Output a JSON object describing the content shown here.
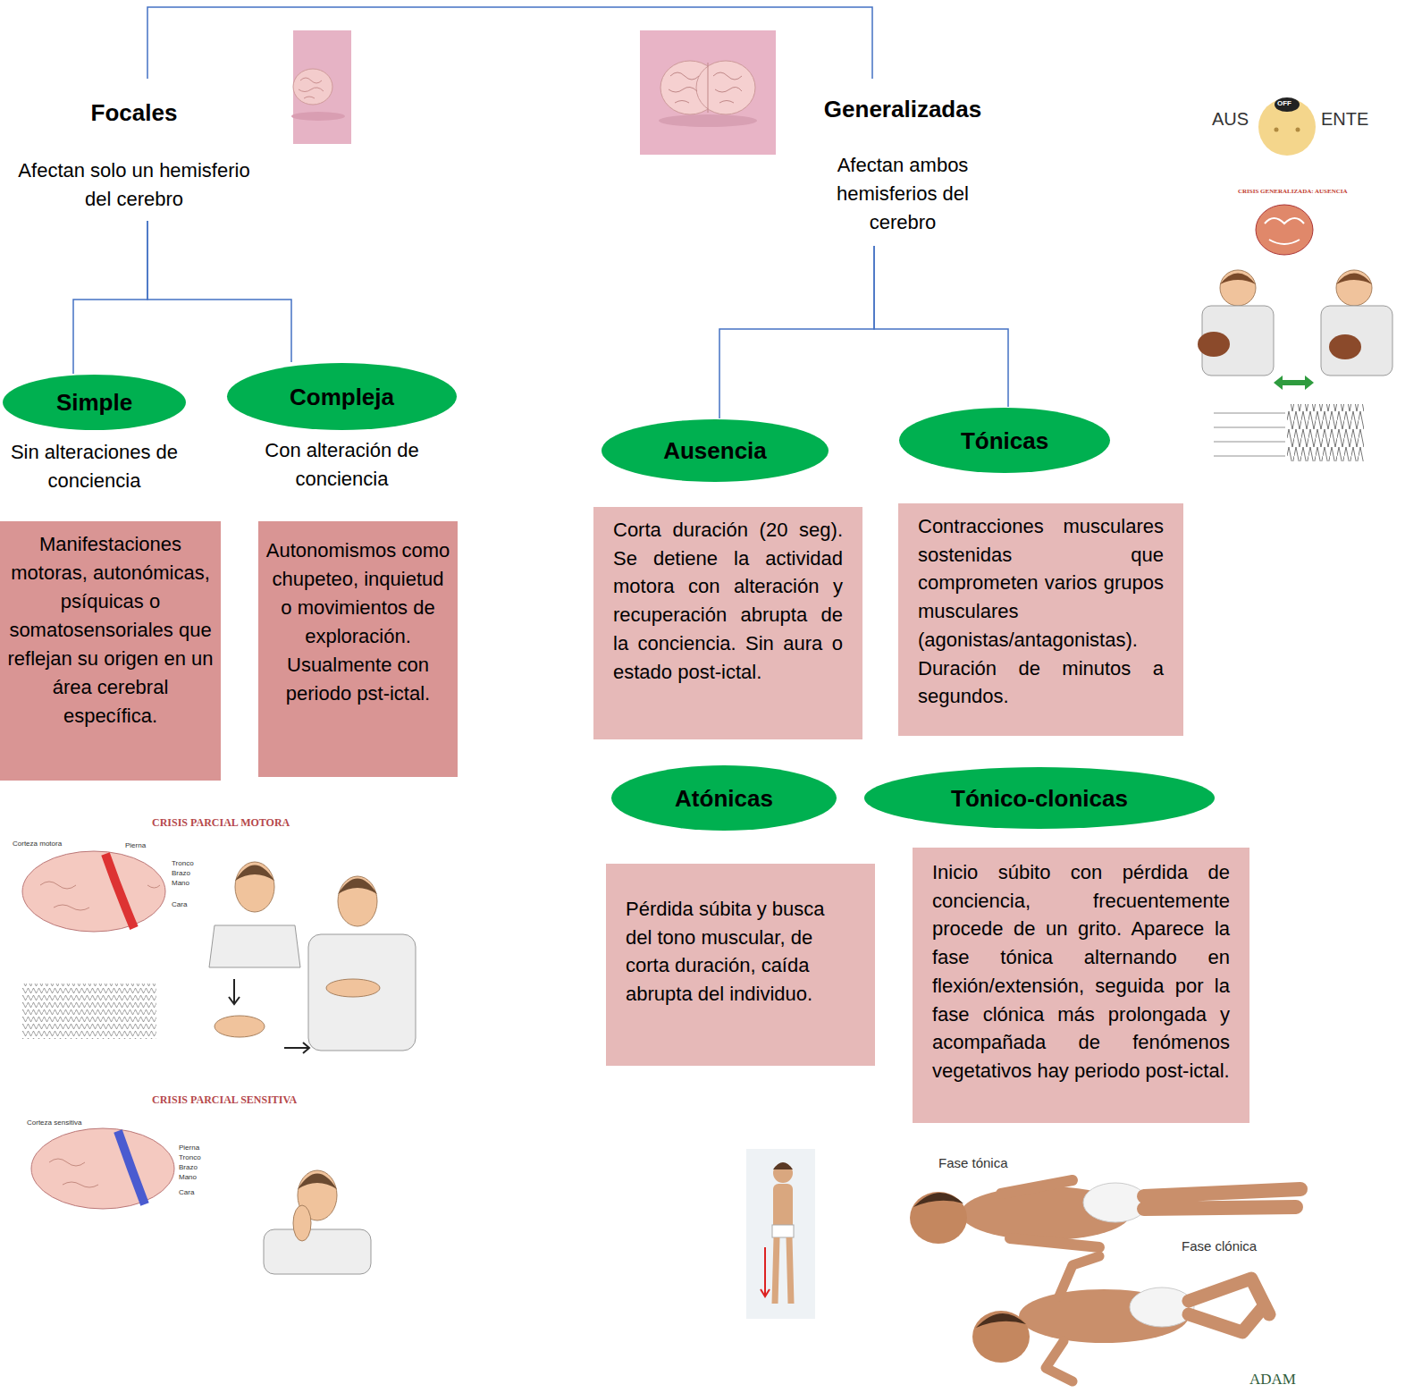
{
  "diagram": {
    "nodes": [
      {
        "text": [
          "Focales",
          "Afectan solo un hemisferio del cerebro"
        ]
      },
      {
        "text": [
          "Generalizadas",
          "Afectan ambos hemisferios del cerebro"
        ]
      },
      {
        "text": [
          "Simple",
          "Sin alteraciones de conciencia"
        ]
      },
      {
        "text": [
          "Compleja",
          "Con alteración de conciencia"
        ]
      },
      {
        "text": [
          "Manifestaciones motoras, autonómicas, psíquicas o somatosensoriales que reflejan su origen en un área cerebral específica."
        ]
      },
      {
        "text": [
          "Autonomismos como chupeteo, inquietud o movimientos de exploración. Usualmente con periodo pst-ictal."
        ]
      },
      {
        "text": [
          "Ausencia"
        ]
      },
      {
        "text": [
          "Tónicas"
        ]
      },
      {
        "text": [
          "Corta duración (20 seg). Se detiene la actividad motora con alteración y recuperación abrupta de la conciencia. Sin aura o estado post-ictal."
        ]
      },
      {
        "text": [
          "Contracciones musculares sostenidas que comprometen varios grupos musculares (agonistas/antagonistas). Duración de minutos a segundos."
        ]
      },
      {
        "text": [
          "Atónicas"
        ]
      },
      {
        "text": [
          "Tónico-clonicas"
        ]
      },
      {
        "text": [
          "Pérdida súbita y busca del tono muscular, de corta duración, caída abrupta del individuo."
        ]
      },
      {
        "text": [
          "Inicio súbito con pérdida de conciencia, frecuentemente procede de un grito. Aparece la fase tónica alternando en flexión/extensión, seguida por la fase clónica más prolongada y acompañada de fenómenos vegetativos hay periodo post-ictal."
        ]
      }
    ],
    "edges": [
      {
        "from": 0,
        "to": 1,
        "arrow": "none"
      },
      {
        "from": 0,
        "to": 2,
        "arrow": "none"
      },
      {
        "from": 0,
        "to": 3,
        "arrow": "none"
      },
      {
        "from": 1,
        "to": 6,
        "arrow": "none"
      },
      {
        "from": 1,
        "to": 7,
        "arrow": "none"
      }
    ],
    "labels": [
      "AUS",
      "OFF",
      "ENTE",
      "CRISIS GENERALIZADA: AUSENCIA",
      "CRISIS PARCIAL MOTORA",
      "Corteza motora",
      "Pierna",
      "Tronco",
      "Brazo",
      "Mano",
      "Cara",
      "CRISIS PARCIAL SENSITIVA",
      "Corteza sensitiva",
      "Pierna",
      "Tronco",
      "Brazo",
      "Mano",
      "Cara",
      "Fase tónica",
      "Fase clónica",
      "ADAM"
    ]
  }
}
